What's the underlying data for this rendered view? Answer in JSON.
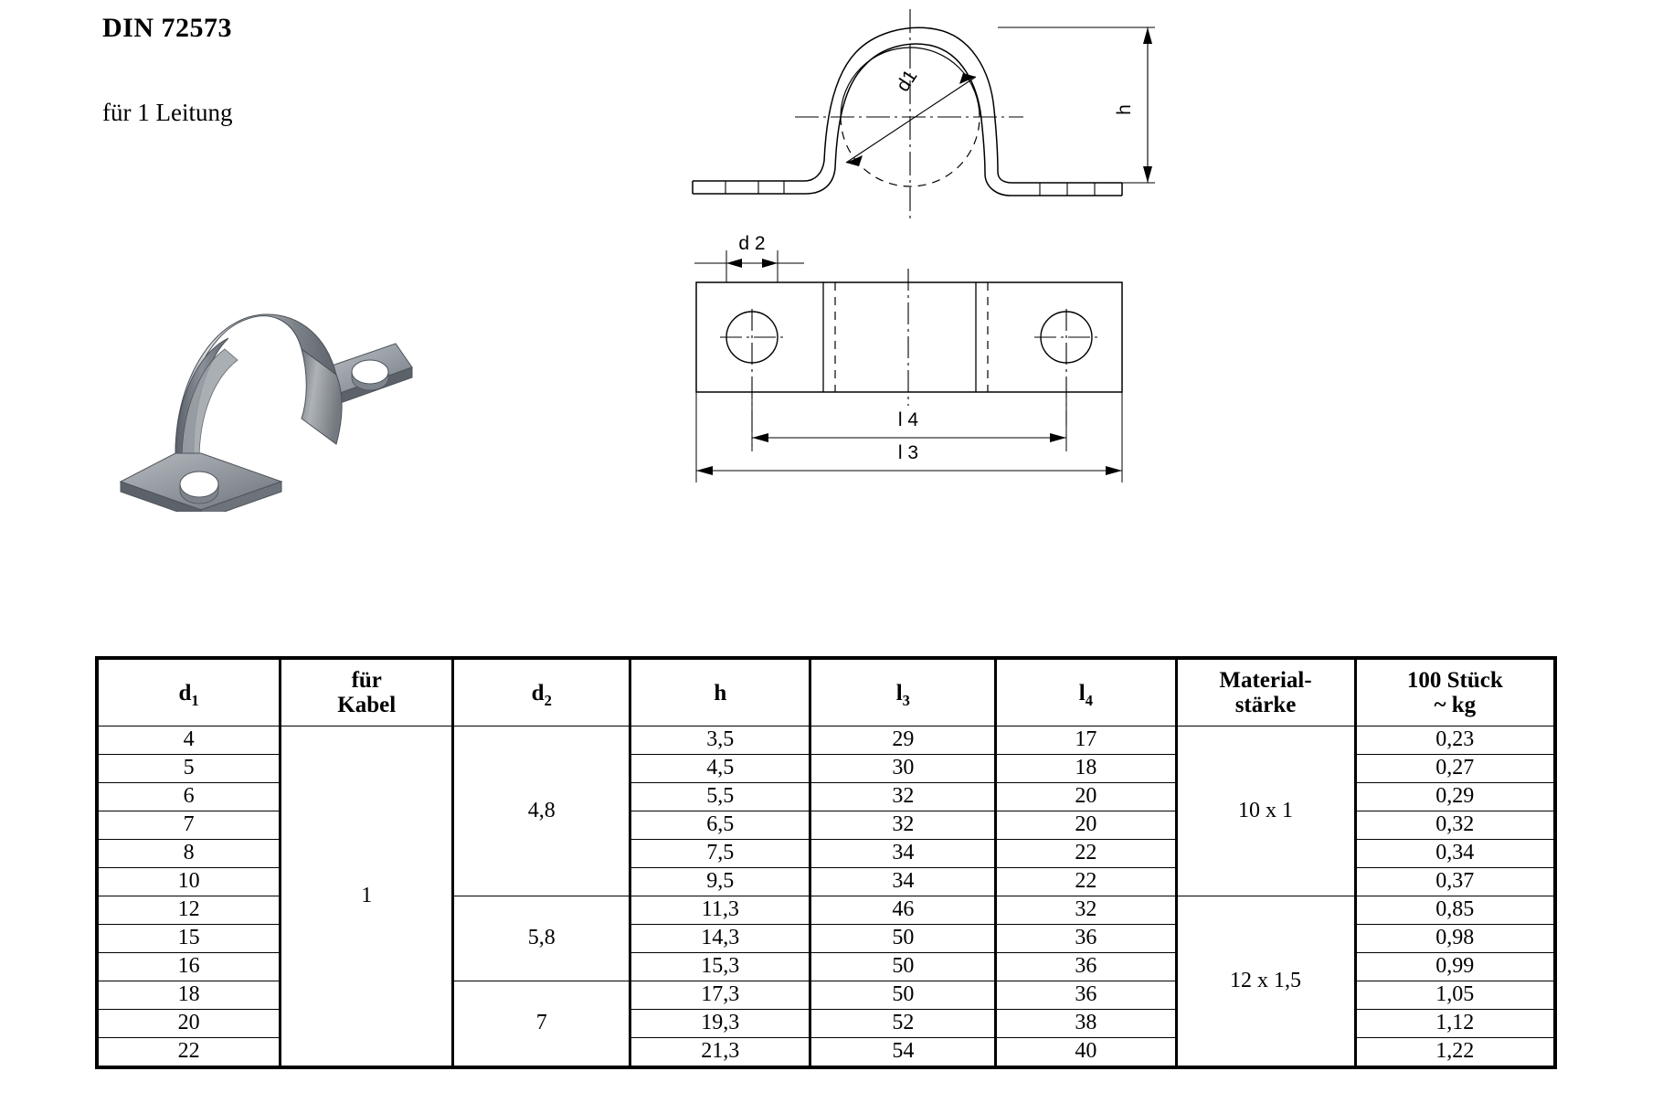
{
  "heading": {
    "title": "DIN 72573",
    "subtitle": "für 1 Leitung"
  },
  "drawings": {
    "front_view": {
      "name": "front-view-clamp-cross-section",
      "labels": {
        "d1": "d1",
        "h": "h"
      }
    },
    "top_view": {
      "name": "top-view-clamp-plan",
      "labels": {
        "d2": "d 2",
        "l3": "l 3",
        "l4": "l 4"
      }
    },
    "iso_view": {
      "name": "isometric-clamp-render",
      "label": ""
    }
  },
  "table": {
    "headers": [
      {
        "key": "d1",
        "line1": "d",
        "sub1": "1",
        "line2": ""
      },
      {
        "key": "kabel",
        "line1": "für",
        "sub1": "",
        "line2": "Kabel"
      },
      {
        "key": "d2",
        "line1": "d",
        "sub1": "2",
        "line2": ""
      },
      {
        "key": "h",
        "line1": "h",
        "sub1": "",
        "line2": ""
      },
      {
        "key": "l3",
        "line1": "l",
        "sub1": "3",
        "line2": ""
      },
      {
        "key": "l4",
        "line1": "l",
        "sub1": "4",
        "line2": ""
      },
      {
        "key": "material",
        "line1": "Material-",
        "sub1": "",
        "line2": "stärke"
      },
      {
        "key": "kg",
        "line1": "100 Stück",
        "sub1": "",
        "line2": "~ kg"
      }
    ],
    "rows": [
      {
        "d1": "4",
        "h": "3,5",
        "l3": "29",
        "l4": "17",
        "kg": "0,23"
      },
      {
        "d1": "5",
        "h": "4,5",
        "l3": "30",
        "l4": "18",
        "kg": "0,27"
      },
      {
        "d1": "6",
        "h": "5,5",
        "l3": "32",
        "l4": "20",
        "kg": "0,29"
      },
      {
        "d1": "7",
        "h": "6,5",
        "l3": "32",
        "l4": "20",
        "kg": "0,32"
      },
      {
        "d1": "8",
        "h": "7,5",
        "l3": "34",
        "l4": "22",
        "kg": "0,34"
      },
      {
        "d1": "10",
        "h": "9,5",
        "l3": "34",
        "l4": "22",
        "kg": "0,37"
      },
      {
        "d1": "12",
        "h": "11,3",
        "l3": "46",
        "l4": "32",
        "kg": "0,85"
      },
      {
        "d1": "15",
        "h": "14,3",
        "l3": "50",
        "l4": "36",
        "kg": "0,98"
      },
      {
        "d1": "16",
        "h": "15,3",
        "l3": "50",
        "l4": "36",
        "kg": "0,99"
      },
      {
        "d1": "18",
        "h": "17,3",
        "l3": "50",
        "l4": "36",
        "kg": "1,05"
      },
      {
        "d1": "20",
        "h": "19,3",
        "l3": "52",
        "l4": "38",
        "kg": "1,12"
      },
      {
        "d1": "22",
        "h": "21,3",
        "l3": "54",
        "l4": "40",
        "kg": "1,22"
      }
    ],
    "merged": {
      "kabel": "1",
      "d2_groups": [
        {
          "value": "4,8",
          "rowspan": 6
        },
        {
          "value": "5,8",
          "rowspan": 3
        },
        {
          "value": "7",
          "rowspan": 3
        }
      ],
      "material_groups": [
        {
          "value": "10 x 1",
          "rowspan": 6
        },
        {
          "value": "12 x 1,5",
          "rowspan": 6
        }
      ]
    }
  },
  "colors": {
    "ink": "#000000",
    "paper": "#ffffff",
    "metal_light": "#d8dade",
    "metal_mid": "#9aa0a6",
    "metal_dark": "#6e747a"
  }
}
